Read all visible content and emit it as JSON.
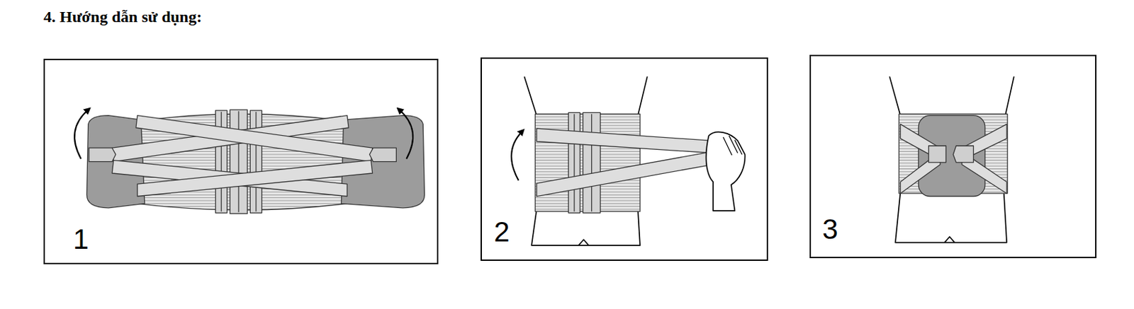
{
  "diagram": {
    "title": "4. Hướng dẫn sử dụng:",
    "nodes": [
      {
        "text": [
          "1"
        ]
      },
      {
        "text": [
          "2"
        ]
      },
      {
        "text": [
          "3"
        ]
      }
    ]
  }
}
